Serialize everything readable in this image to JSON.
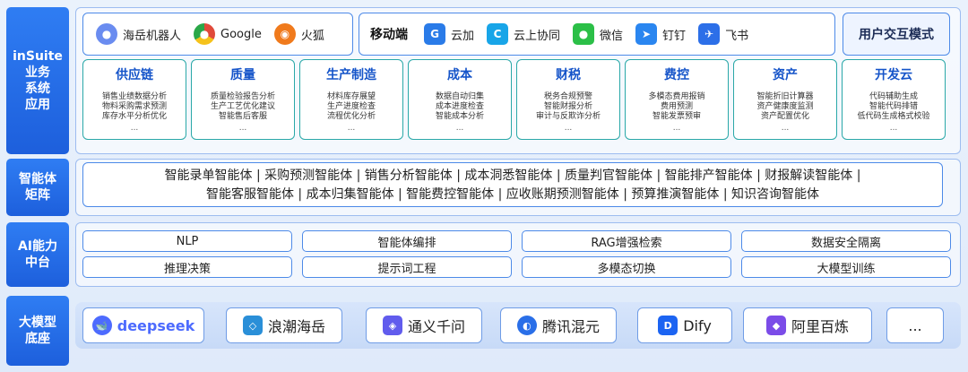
{
  "side_labels": {
    "app": "inSuite\n业务\n系统\n应用",
    "agents": "智能体\n矩阵",
    "ai": "AI能力\n中台",
    "model": "大模型\n底座"
  },
  "clients": {
    "items": [
      {
        "label": "海岳机器人",
        "icon": "robot-icon",
        "color": "#6a8cf0"
      },
      {
        "label": "Google",
        "icon": "chrome-icon",
        "color": "#e04a3a"
      },
      {
        "label": "火狐",
        "icon": "firefox-icon",
        "color": "#f07a1c"
      }
    ]
  },
  "mobile": {
    "title": "移动端",
    "items": [
      {
        "label": "云加",
        "icon": "yunjia-icon",
        "color": "#2a7be8"
      },
      {
        "label": "云上协同",
        "icon": "cloud-collab-icon",
        "color": "#18a5e8"
      },
      {
        "label": "微信",
        "icon": "wechat-icon",
        "color": "#2bbf47"
      },
      {
        "label": "钉钉",
        "icon": "dingtalk-icon",
        "color": "#2a86f0"
      },
      {
        "label": "飞书",
        "icon": "feishu-icon",
        "color": "#2c6fe8"
      }
    ]
  },
  "interaction_mode": "用户交互模式",
  "modules": [
    {
      "title": "供应链",
      "lines": [
        "销售业绩数据分析",
        "物料采购需求预测",
        "库存水平分析优化"
      ],
      "more": "..."
    },
    {
      "title": "质量",
      "lines": [
        "质量检验报告分析",
        "生产工艺优化建议",
        "智能售后客服"
      ],
      "more": "..."
    },
    {
      "title": "生产制造",
      "lines": [
        "材料库存展望",
        "生产进度检查",
        "流程优化分析"
      ],
      "more": "..."
    },
    {
      "title": "成本",
      "lines": [
        "数据自动归集",
        "成本进度检查",
        "智能成本分析"
      ],
      "more": "..."
    },
    {
      "title": "财税",
      "lines": [
        "税务合规预警",
        "智能财报分析",
        "审计与反欺诈分析"
      ],
      "more": "..."
    },
    {
      "title": "费控",
      "lines": [
        "多模态费用报销",
        "费用预测",
        "智能发票预审"
      ],
      "more": "..."
    },
    {
      "title": "资产",
      "lines": [
        "智能折旧计算器",
        "资产健康度监测",
        "资产配置优化"
      ],
      "more": "..."
    },
    {
      "title": "开发云",
      "lines": [
        "代码辅助生成",
        "智能代码排错",
        "低代码生成格式校验"
      ],
      "more": "..."
    }
  ],
  "agents": {
    "line1": "智能录单智能体 | 采购预测智能体 | 销售分析智能体 | 成本洞悉智能体 | 质量判官智能体 | 智能排产智能体 | 财报解读智能体 |",
    "line2": "智能客服智能体 | 成本归集智能体 | 智能费控智能体 | 应收账期预测智能体 | 预算推演智能体 | 知识咨询智能体"
  },
  "ai_capabilities": [
    "NLP",
    "智能体编排",
    "RAG增强检索",
    "数据安全隔离",
    "推理决策",
    "提示词工程",
    "多模态切换",
    "大模型训练"
  ],
  "models": [
    {
      "label": "deepseek",
      "icon": "deepseek-icon",
      "color": "#4d6bfe"
    },
    {
      "label": "浪潮海岳",
      "icon": "inspur-icon",
      "color": "#2a8fd8"
    },
    {
      "label": "通义千问",
      "icon": "tongyi-icon",
      "color": "#615ced"
    },
    {
      "label": "腾讯混元",
      "icon": "hunyuan-icon",
      "color": "#2a6fe8"
    },
    {
      "label": "Dify",
      "icon": "dify-icon",
      "color": "#1c64f2"
    },
    {
      "label": "阿里百炼",
      "icon": "bailian-icon",
      "color": "#7b4ce8"
    },
    {
      "label": "...",
      "icon": "",
      "color": ""
    }
  ]
}
